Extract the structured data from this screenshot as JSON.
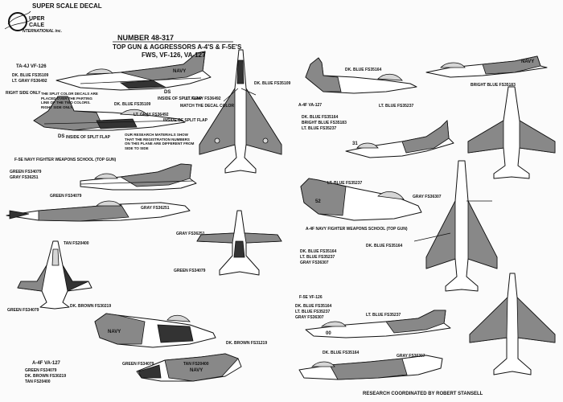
{
  "header": {
    "brand": "SUPER SCALE DECAL",
    "logo_lines": [
      "UPER",
      "CALE",
      "NTERNATIONAL inc."
    ],
    "number": "NUMBER 48-317",
    "title": "TOP GUN & AGGRESSORS  A-4'S & F-5E'S",
    "subtitle": "FWS, VF-126, VA-127"
  },
  "labels": {
    "ta4j": "TA-4J  VF-126",
    "ta4j_c1": "DK. BLUE FS35109",
    "ta4j_c2": "LT. GRAY FS36492",
    "right_side_only": "RIGHT SIDE ONLY",
    "split_note": "THE SPLIT COLOR DECALS ARE PLACED OVER THE PARTING LINE OF THE TWO COLORS. RIGHT SIDE ONLY",
    "ds1": "DS",
    "ds1_note": "INSIDE OF SPLIT FLAP",
    "lt_gray_top": "LT. GRAY FS36492",
    "dk_blue_top": "DK. BLUE FS35109",
    "inside_split_flap": "INSIDE OF SPLIT FLAP",
    "ta4j_b1": "DK. BLUE FS35109",
    "ta4j_b2": "LT. GRAY FS36492",
    "match_decal": "MATCH THE DECAL COLOR",
    "ds2": "DS",
    "ds2_note": "INSIDE OF SPLIT FLAP",
    "research_note": "OUR RESEARCH MATERIALS SHOW THAT THE REGISTRATION NUMBERS ON THIS PLANE ARE DIFFERENT FROM SIDE TO SIDE",
    "f5e": "F-5E  NAVY FIGHTER WEAPONS SCHOOL (TOP GUN)",
    "f5e_c1": "GREEN FS34079",
    "f5e_c2": "GRAY FS36251",
    "green_mid": "GREEN FS34079",
    "gray_mid": "GRAY FS36251",
    "gray_top": "GRAY FS36251",
    "green_top": "GREEN FS34079",
    "tan": "TAN FS20400",
    "green_left": "GREEN FS34079",
    "dk_brown": "DK. BROWN FS30219",
    "a4f_va127": "A-4F  VA-127",
    "a4f_c1": "GREEN FS34079",
    "a4f_c2": "DK. BROWN FS30219",
    "a4f_c3": "TAN FS20400",
    "dk_brown_b": "DK. BROWN FS31219",
    "green_b": "GREEN FS34079",
    "tan_b": "TAN FS20400",
    "r_dk_blue": "DK. BLUE FS35164",
    "r_bright_blue": "BRIGHT BLUE FS35183",
    "r_a4f": "A-4F  VA-127",
    "r_lt_blue": "LT. BLUE FS35237",
    "r_c1": "DK. BLUE FS35164",
    "r_c2": "BRIGHT BLUE FS35183",
    "r_c3": "LT. BLUE FS35237",
    "r_lt_blue2": "LT. BLUE FS35237",
    "r_gray": "GRAY FS36307",
    "r_fws": "A-4F  NAVY FIGHTER WEAPONS SCHOOL (TOP GUN)",
    "r_d1": "DK. BLUE FS35164",
    "r_d2": "LT. BLUE FS35237",
    "r_d3": "GRAY FS36307",
    "r_dk_blue2": "DK. BLUE FS35164",
    "f5e_vf126": "F-5E  VF-126",
    "r_e1": "DK. BLUE FS35164",
    "r_e2": "LT. BLUE FS35237",
    "r_e3": "GRAY FS36307",
    "r_lt_blue3": "LT. BLUE FS35237",
    "r_dk_blue3": "DK. BLUE FS35164",
    "r_gray2": "GRAY FS36307",
    "credit": "RESEARCH COORDINATED BY ROBERT STANSELL"
  },
  "marks": {
    "navy1": "NAVY",
    "navy2": "NAVY",
    "navy3": "NAVY",
    "navy4": "NAVY",
    "n52": "52",
    "n31": "31",
    "n00": "00"
  }
}
